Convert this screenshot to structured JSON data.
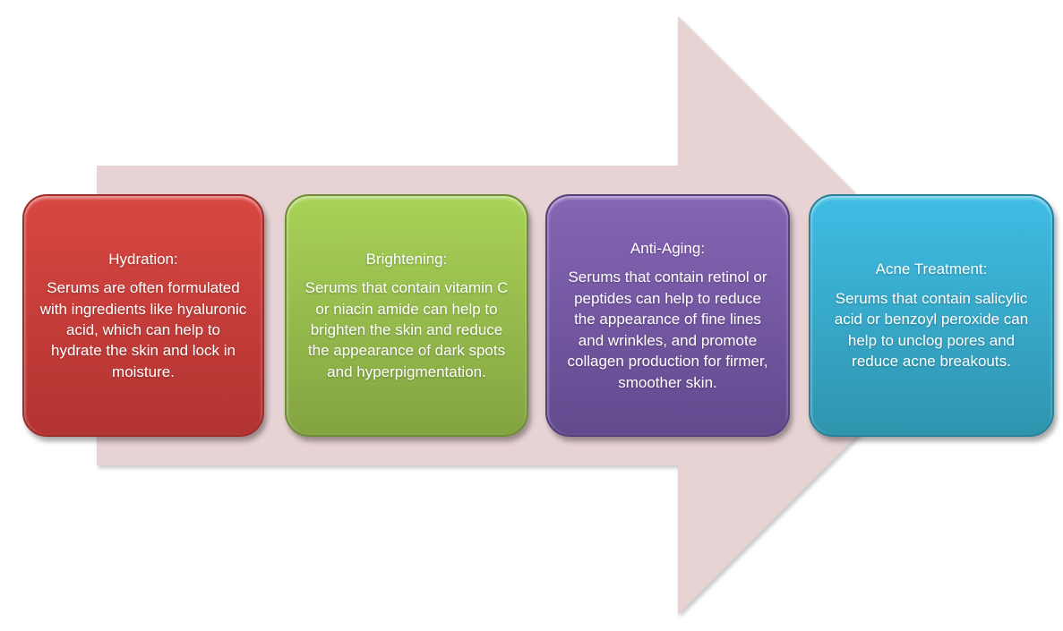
{
  "diagram": {
    "type": "process-arrow",
    "arrow_color": "#e7d2d4",
    "boxes": [
      {
        "title": "Hydration:",
        "body": "Serums are often formulated with ingredients like hyaluronic acid, which can help to hydrate the skin and lock in moisture.",
        "color_top": "#d84742",
        "color_bottom": "#b23331",
        "border_color": "#9c2d2b"
      },
      {
        "title": "Brightening:",
        "body": "Serums that contain vitamin C or niacin amide can help to brighten the skin and reduce the appearance of dark spots and hyperpigmentation.",
        "color_top": "#a8d257",
        "color_bottom": "#83a341",
        "border_color": "#6f8c36"
      },
      {
        "title": "Anti-Aging:",
        "body": "Serums that contain retinol or peptides can help to reduce the appearance of fine lines and wrinkles, and promote collagen production for firmer, smoother skin.",
        "color_top": "#8565b5",
        "color_bottom": "#624a8e",
        "border_color": "#54407c"
      },
      {
        "title": "Acne Treatment:",
        "body": "Serums that contain salicylic acid or benzoyl peroxide can help to unclog pores and reduce acne breakouts.",
        "color_top": "#3fbde4",
        "color_bottom": "#2f94ae",
        "border_color": "#27819b"
      }
    ]
  }
}
